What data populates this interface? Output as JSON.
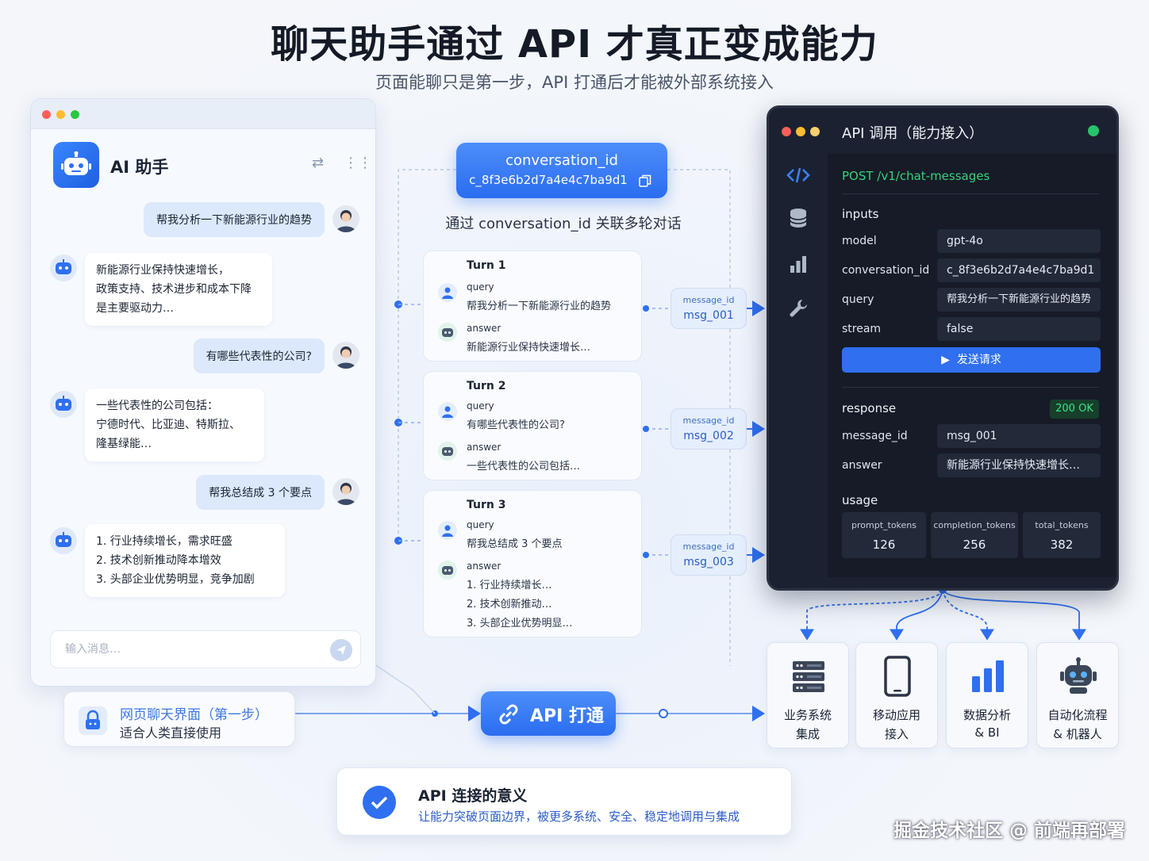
{
  "header": {
    "title": "聊天助手通过 API 才真正变成能力",
    "subtitle": "页面能聊只是第一步，API 打通后才能被外部系统接入"
  },
  "chat": {
    "title": "AI 助手",
    "messages": [
      {
        "role": "user",
        "text": "帮我分析一下新能源行业的趋势"
      },
      {
        "role": "bot",
        "lines": [
          "新能源行业保持快速增长，",
          "政策支持、技术进步和成本下降",
          "是主要驱动力…"
        ]
      },
      {
        "role": "user",
        "text": "有哪些代表性的公司?"
      },
      {
        "role": "bot",
        "lines": [
          "一些代表性的公司包括：",
          "宁德时代、比亚迪、特斯拉、",
          "隆基绿能…"
        ]
      },
      {
        "role": "user",
        "text": "帮我总结成 3 个要点"
      },
      {
        "role": "bot",
        "lines": [
          "1. 行业持续增长，需求旺盛",
          "2. 技术创新推动降本增效",
          "3. 头部企业优势明显，竞争加剧"
        ]
      }
    ],
    "input_placeholder": "输入消息…"
  },
  "web_card": {
    "line1": "网页聊天界面（第一步）",
    "line2": "适合人类直接使用"
  },
  "conversation": {
    "key": "conversation_id",
    "value": "c_8f3e6b2d7a4e4c7ba9d1",
    "caption": "通过 conversation_id 关联多轮对话"
  },
  "turns": [
    {
      "title": "Turn 1",
      "query_label": "query",
      "query": "帮我分析一下新能源行业的趋势",
      "answer_label": "answer",
      "answer_lines": [
        "新能源行业保持快速增长…"
      ],
      "message_key": "message_id",
      "message_id": "msg_001"
    },
    {
      "title": "Turn 2",
      "query_label": "query",
      "query": "有哪些代表性的公司?",
      "answer_label": "answer",
      "answer_lines": [
        "一些代表性的公司包括…"
      ],
      "message_key": "message_id",
      "message_id": "msg_002"
    },
    {
      "title": "Turn 3",
      "query_label": "query",
      "query": "帮我总结成 3 个要点",
      "answer_label": "answer",
      "answer_lines": [
        "1. 行业持续增长…",
        "2. 技术创新推动…",
        "3. 头部企业优势明显…"
      ],
      "message_key": "message_id",
      "message_id": "msg_003"
    }
  ],
  "api": {
    "title": "API 调用（能力接入）",
    "endpoint": "POST /v1/chat-messages",
    "inputs_label": "inputs",
    "inputs": [
      {
        "key": "model",
        "value": "gpt-4o"
      },
      {
        "key": "conversation_id",
        "value": "c_8f3e6b2d7a4e4c7ba9d1"
      },
      {
        "key": "query",
        "value": "帮我分析一下新能源行业的趋势"
      },
      {
        "key": "stream",
        "value": "false"
      }
    ],
    "send_label": "发送请求",
    "response_label": "response",
    "status": "200 OK",
    "response": [
      {
        "key": "message_id",
        "value": "msg_001"
      },
      {
        "key": "answer",
        "value": "新能源行业保持快速增长…"
      }
    ],
    "usage_label": "usage",
    "usage": [
      {
        "key": "prompt_tokens",
        "value": "126"
      },
      {
        "key": "completion_tokens",
        "value": "256"
      },
      {
        "key": "total_tokens",
        "value": "382"
      }
    ]
  },
  "api_button": {
    "label": "API 打通"
  },
  "destinations": [
    {
      "line1": "业务系统",
      "line2": "集成",
      "icon": "server-icon"
    },
    {
      "line1": "移动应用",
      "line2": "接入",
      "icon": "mobile-icon"
    },
    {
      "line1": "数据分析",
      "line2": "& BI",
      "icon": "bar-chart-icon"
    },
    {
      "line1": "自动化流程",
      "line2": "& 机器人",
      "icon": "robot-icon"
    }
  ],
  "meaning": {
    "title": "API 连接的意义",
    "desc": "让能力突破页面边界，被更多系统、安全、稳定地调用与集成"
  },
  "watermark": "掘金技术社区 @ 前端再部署",
  "colors": {
    "accent": "#2f6ff0",
    "ok_green": "#27c46b",
    "api_bg": "#1b2130"
  }
}
